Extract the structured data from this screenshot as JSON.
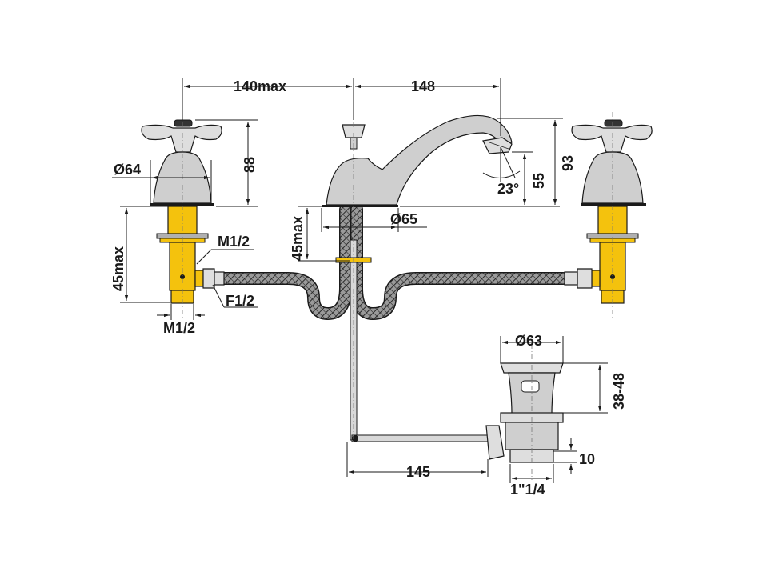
{
  "dimensions": {
    "handle_reach": "140max",
    "spout_reach": "148",
    "handle_height": "88",
    "handle_diameter": "Ø64",
    "shank_length_left": "45max",
    "thread_top": "M1/2",
    "thread_bottom": "M1/2",
    "connector": "F1/2",
    "spout_base_diameter": "Ø65",
    "spout_shank": "45max",
    "spout_angle": "23°",
    "outlet_height": "55",
    "spout_height": "93",
    "waste_diameter": "Ø63",
    "waste_range": "38-48",
    "pullrod_length": "145",
    "waste_tail": "10",
    "waste_thread": "1\"1/4"
  },
  "colors": {
    "line": "#1a1a1a",
    "chrome": "#cfcfcf",
    "brass": "#f4c20d"
  },
  "icons": {
    "left_handle": "cross-handle-icon",
    "right_handle": "cross-handle-icon",
    "spout": "spout-icon",
    "waste": "pop-up-waste-icon"
  }
}
